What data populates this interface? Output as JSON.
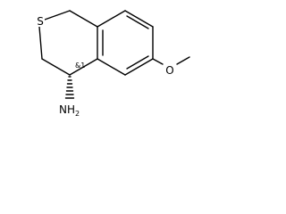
{
  "molecule": {
    "atoms": {
      "sulfur": "S",
      "oxygen": "O",
      "amine": "NH2",
      "amine_main": "NH",
      "amine_sub": "2"
    },
    "stereo_annotation": "&1"
  }
}
